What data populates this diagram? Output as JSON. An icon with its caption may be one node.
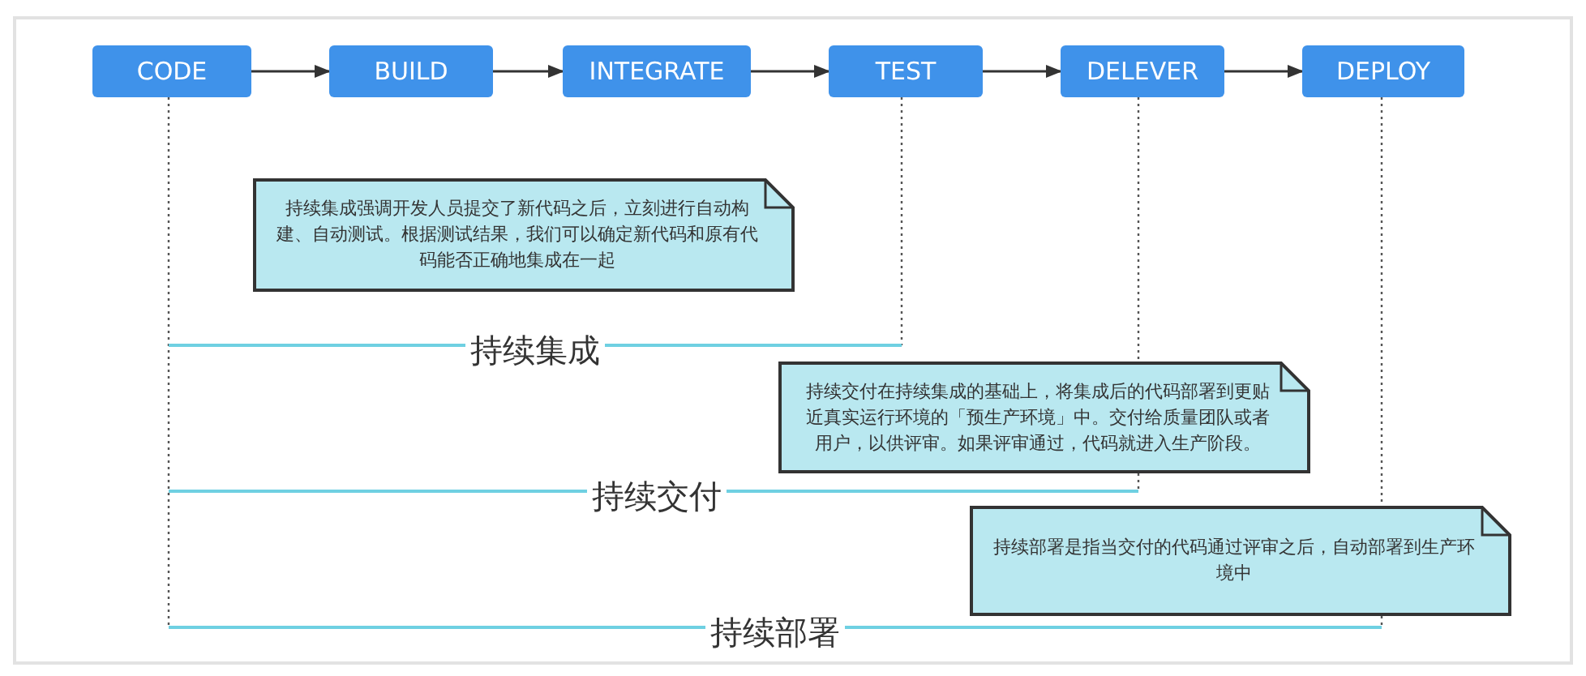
{
  "diagram": {
    "nodes": [
      {
        "text": [
          "CODE"
        ]
      },
      {
        "text": [
          "BUILD"
        ]
      },
      {
        "text": [
          "INTEGRATE"
        ]
      },
      {
        "text": [
          "TEST"
        ]
      },
      {
        "text": [
          "DELEVER"
        ]
      },
      {
        "text": [
          "DEPLOY"
        ]
      },
      {
        "text": [
          "持续集成强调开发人员提交了新代码之后，立刻进行自动构建、自动测试。根据测试结果，我们可以确定新代码和原有代码能否正确地集成在一起"
        ]
      },
      {
        "text": [
          "持续交付在持续集成的基础上，将集成后的代码部署到更贴近真实运行环境的「预生产环境」中。交付给质量团队或者用户，以供评审。如果评审通过，代码就进入生产阶段。"
        ]
      },
      {
        "text": [
          "持续部署是指当交付的代码通过评审之后，自动部署到生产环境中"
        ]
      }
    ],
    "edges": [
      {
        "from": 0,
        "to": 1,
        "arrow": "to"
      },
      {
        "from": 1,
        "to": 2,
        "arrow": "to"
      },
      {
        "from": 2,
        "to": 3,
        "arrow": "to"
      },
      {
        "from": 3,
        "to": 4,
        "arrow": "to"
      },
      {
        "from": 4,
        "to": 5,
        "arrow": "to"
      }
    ],
    "labels": [
      "持续集成",
      "持续交付",
      "持续部署"
    ]
  }
}
